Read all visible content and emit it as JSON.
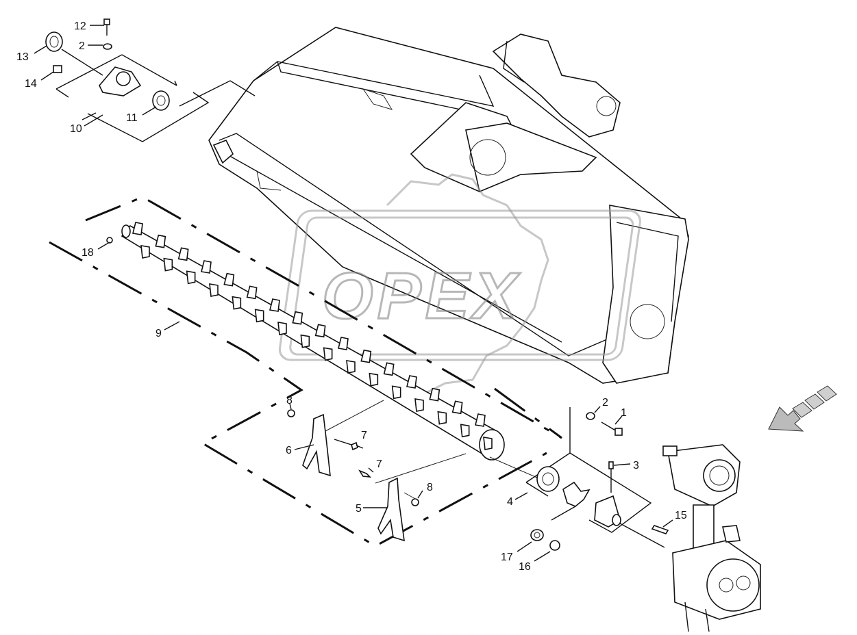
{
  "watermark": {
    "text": "OPEX"
  },
  "callouts": [
    {
      "id": "c12a",
      "label": "12"
    },
    {
      "id": "c2a",
      "label": "2"
    },
    {
      "id": "c13",
      "label": "13"
    },
    {
      "id": "c14",
      "label": "14"
    },
    {
      "id": "c11",
      "label": "11"
    },
    {
      "id": "c10",
      "label": "10"
    },
    {
      "id": "c18",
      "label": "18"
    },
    {
      "id": "c9",
      "label": "9"
    },
    {
      "id": "c8a",
      "label": "8"
    },
    {
      "id": "c7a",
      "label": "7"
    },
    {
      "id": "c6",
      "label": "6"
    },
    {
      "id": "c7b",
      "label": "7"
    },
    {
      "id": "c8b",
      "label": "8"
    },
    {
      "id": "c5",
      "label": "5"
    },
    {
      "id": "c2b",
      "label": "2"
    },
    {
      "id": "c1",
      "label": "1"
    },
    {
      "id": "c3",
      "label": "3"
    },
    {
      "id": "c4",
      "label": "4"
    },
    {
      "id": "c15",
      "label": "15"
    },
    {
      "id": "c17",
      "label": "17"
    },
    {
      "id": "c16",
      "label": "16"
    }
  ],
  "colors": {
    "line": "#111111",
    "paper": "#ffffff",
    "watermark": "#888888",
    "arrow_fill": "#bbbbbb"
  },
  "icons": {
    "direction": "direction-arrow-icon"
  }
}
